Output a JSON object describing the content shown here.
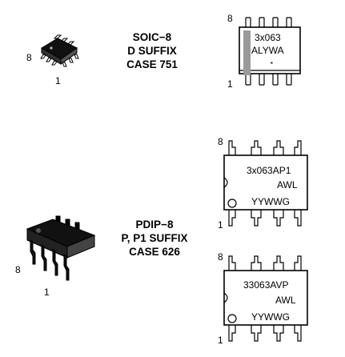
{
  "soic": {
    "package_lines": [
      "SOIC−8",
      "D SUFFIX",
      "CASE 751"
    ],
    "pin8": "8",
    "pin1": "1",
    "marking": {
      "pin8": "8",
      "pin1": "1",
      "line1": "3x063",
      "line2": "ALYWA",
      "dot": "▪"
    }
  },
  "pdip": {
    "package_lines": [
      "PDIP−8",
      "P, P1 SUFFIX",
      "CASE 626"
    ],
    "pin8": "8",
    "pin1": "1",
    "marking_a": {
      "pin8": "8",
      "pin1": "1",
      "line1": "3x063AP1",
      "line2": "AWL",
      "line3": "YYWWG"
    },
    "marking_b": {
      "pin8": "8",
      "pin1": "1",
      "line1": "33063AVP",
      "line2": "AWL",
      "line3": "YYWWG"
    }
  }
}
